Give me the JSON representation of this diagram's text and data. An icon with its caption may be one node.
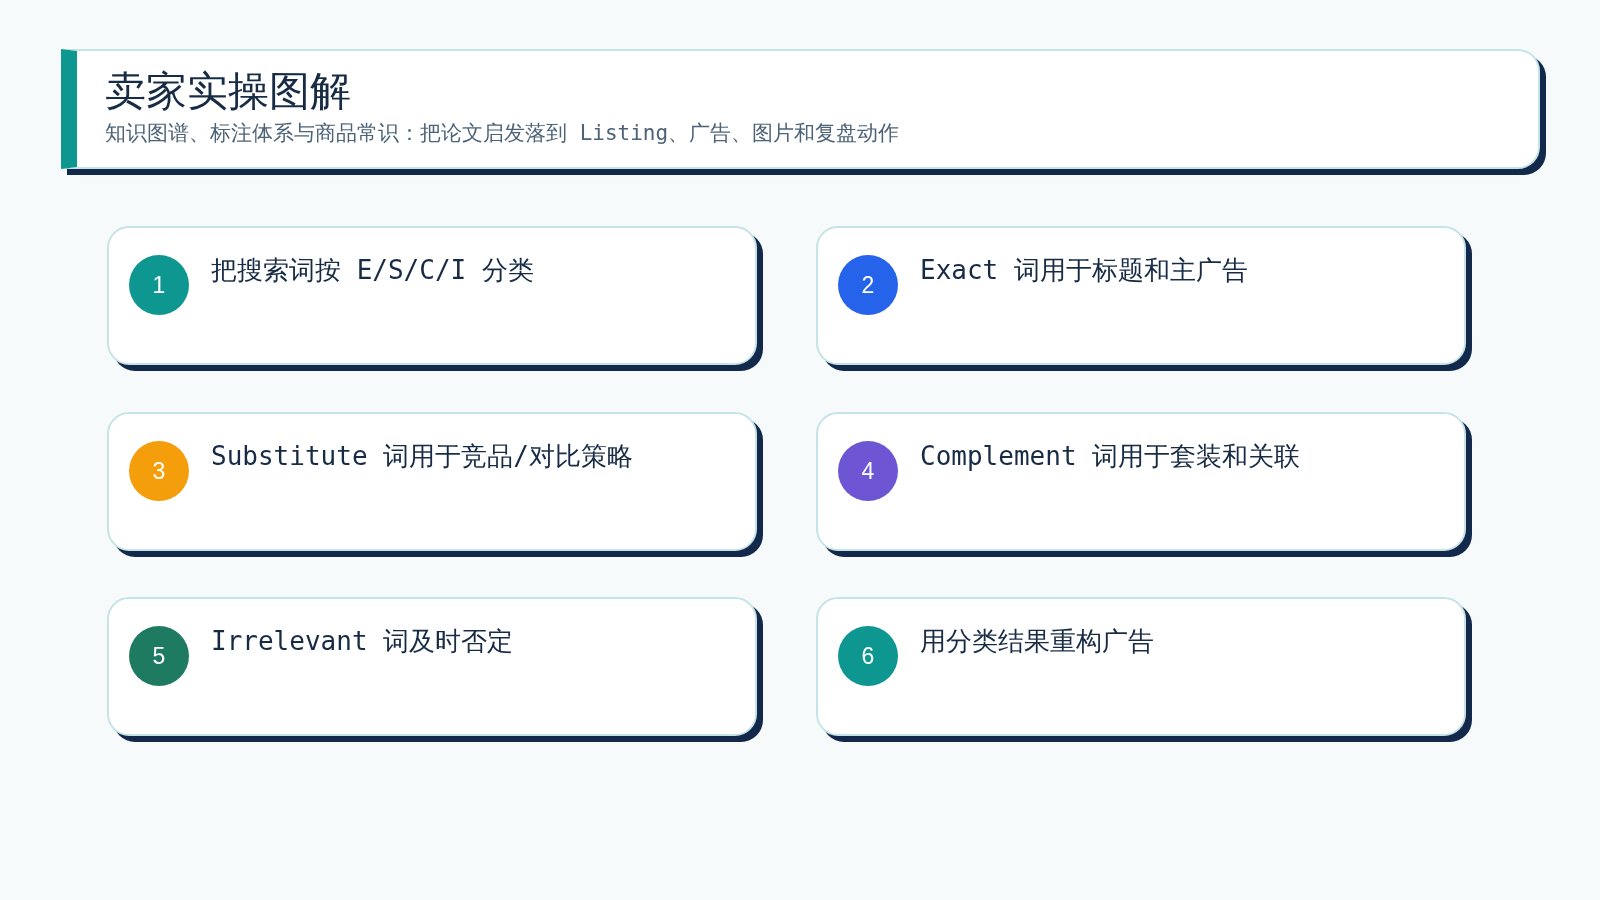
{
  "diagram": {
    "title": "卖家实操图解",
    "nodes": [
      {
        "text": [
          "把搜索词按 E/S/C/I 分类"
        ]
      },
      {
        "text": [
          "1"
        ],
        "in": 0
      },
      {
        "text": [
          "Exact 词用于标题和主广告"
        ]
      },
      {
        "text": [
          "2"
        ],
        "in": 2
      },
      {
        "text": [
          "Substitute 词用于竞品/对比策略"
        ]
      },
      {
        "text": [
          "3"
        ],
        "in": 4
      },
      {
        "text": [
          "Complement 词用于套装和关联"
        ]
      },
      {
        "text": [
          "4"
        ],
        "in": 6
      },
      {
        "text": [
          "Irrelevant 词及时否定"
        ]
      },
      {
        "text": [
          "5"
        ],
        "in": 8
      },
      {
        "text": [
          "用分类结果重构广告"
        ]
      },
      {
        "text": [
          "6"
        ],
        "in": 10
      }
    ],
    "edges": [],
    "labels": [
      "知识图谱、标注体系与商品常识：把论文启发落到 Listing、广告、图片和复盘动作"
    ]
  }
}
